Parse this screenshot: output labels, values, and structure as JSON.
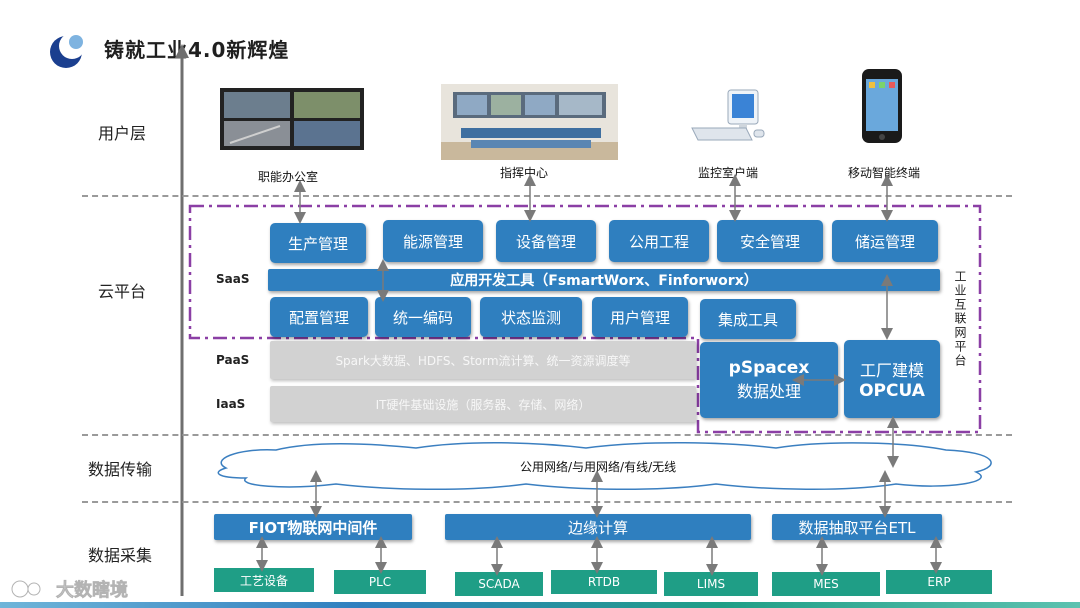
{
  "title": "铸就工业4.0新辉煌",
  "layers": {
    "user": "用户层",
    "cloud": "云平台",
    "transmission": "数据传输",
    "collection": "数据采集"
  },
  "users": [
    "职能办公室",
    "指挥中心",
    "监控室户端",
    "移动智能终端"
  ],
  "tiers": {
    "saas": "SaaS",
    "paas": "PaaS",
    "iaas": "IaaS"
  },
  "saas_row1": [
    "生产管理",
    "能源管理",
    "设备管理",
    "公用工程",
    "安全管理",
    "储运管理"
  ],
  "dev_tools": "应用开发工具（FsmartWorx、Finforworx）",
  "saas_row2": [
    "配置管理",
    "统一编码",
    "状态监测",
    "用户管理",
    "集成工具"
  ],
  "paas_bar": "Spark大数据、HDFS、Storm流计算、统一资源调度等",
  "iaas_bar": "IT硬件基础设施（服务器、存储、网络）",
  "pspacex": {
    "line1": "pSpacex",
    "line2": "数据处理"
  },
  "opcua": {
    "line1": "工厂建模",
    "line2": "OPCUA"
  },
  "platform_label": "工业互联网平台",
  "network": "公用网络/与用网络/有线/无线",
  "collection_boxes": [
    "FIOT物联网中间件",
    "边缘计算",
    "数据抽取平台ETL"
  ],
  "sources": [
    "工艺设备",
    "PLC",
    "SCADA",
    "RTDB",
    "LIMS",
    "MES",
    "ERP"
  ],
  "watermark": "大数瞎境",
  "colors": {
    "blue": "#2f7fbf",
    "green": "#1f9e86",
    "grey": "#d2d2d2",
    "purple": "#8b3fa5"
  }
}
